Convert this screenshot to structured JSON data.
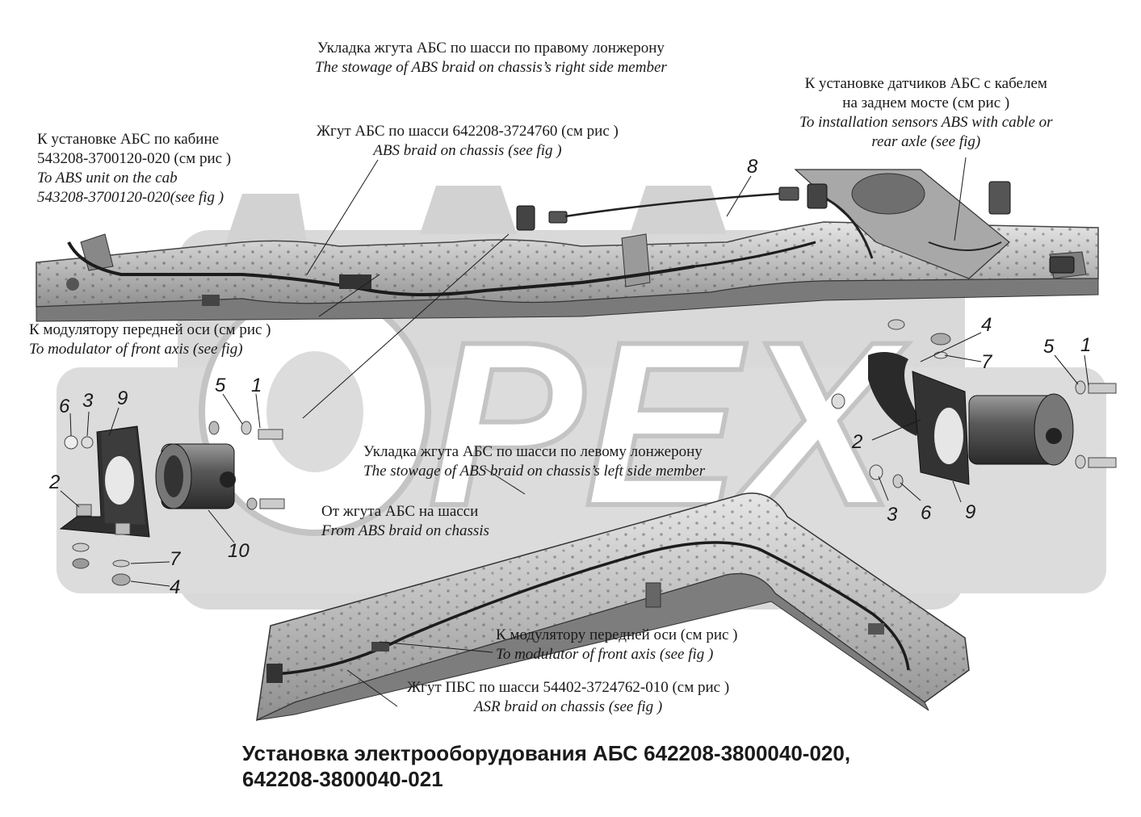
{
  "watermark": "OPEX",
  "labels": {
    "right_member": {
      "ru": "Укладка жгута АБС по шасси по правому лонжерону",
      "en": "The stowage of ABS braid on chassis’s right side member"
    },
    "rear_sensors": {
      "ru1": "К установке датчиков АБС с кабелем",
      "ru2": "на заднем мосте (см рис    )",
      "en1": "To installation sensors ABS with cable or",
      "en2": "rear axle (see fig)"
    },
    "cab_unit": {
      "ru1": "К установке АБС по кабине",
      "ru2": "543208-3700120-020 (см рис    )",
      "en1": "To ABS unit on the cab",
      "en2": "543208-3700120-020(see fig    )"
    },
    "chassis_braid": {
      "ru": "Жгут АБС по шасси 642208-3724760 (см рис    )",
      "en": "ABS braid on chassis (see fig    )"
    },
    "front_modulator_top": {
      "ru": "К модулятору передней оси (см рис    )",
      "en": "To modulator of front axis (see fig)"
    },
    "left_member": {
      "ru": "Укладка жгута АБС по шасси по левому лонжерону",
      "en": "The stowage of ABS braid on chassis’s left side member"
    },
    "from_braid": {
      "ru": "От жгута АБС на шасси",
      "en": "From ABS braid on chassis"
    },
    "front_modulator_bottom": {
      "ru": "К модулятору передней оси (см рис    )",
      "en": "To modulator of front axis (see fig    )"
    },
    "asr_braid": {
      "ru": "Жгут ПБС по шасси 54402-3724762-010 (см рис    )",
      "en": "ASR braid on chassis (see fig    )"
    }
  },
  "callouts": {
    "c8": "8",
    "l6": "6",
    "l3": "3",
    "l9": "9",
    "l5": "5",
    "l1": "1",
    "l2": "2",
    "l10": "10",
    "l7": "7",
    "l4": "4",
    "r4": "4",
    "r7": "7",
    "r5": "5",
    "r1": "1",
    "r2": "2",
    "r3": "3",
    "r6": "6",
    "r9": "9"
  },
  "title": {
    "line1": "Установка электрооборудования АБС 642208-3800040-020,",
    "line2": "642208-3800040-021"
  }
}
